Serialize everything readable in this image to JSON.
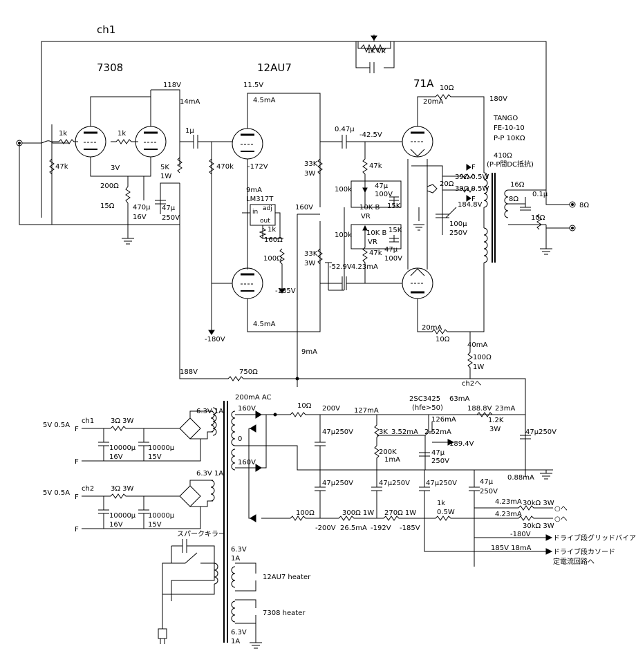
{
  "headings": {
    "ch1": "ch1",
    "tube_7308": "7308",
    "tube_12au7": "12AU7",
    "tube_71a": "71A"
  },
  "input_stage": {
    "b_plus": "118V",
    "current": "14mA",
    "grid_r_left": "1k",
    "grid_r_right": "1k",
    "grid_leak": "47k",
    "cathode_v": "3V",
    "cathode_r": "200Ω",
    "cathode_r2": "15Ω",
    "cathode_cap": "470μ",
    "cathode_cap_v": "16V",
    "plate_r": "5K",
    "plate_r_w": "1W",
    "decoup_cap": "47μ",
    "decoup_cap_v": "250V",
    "coupling_cap": "1μ"
  },
  "phase_splitter": {
    "plate_v": "11.5V",
    "current_top": "4.5mA",
    "cathode_v": "-172V",
    "grid_r": "470k",
    "regulator": "LM317T",
    "regulator_current": "9mA",
    "pin_in": "in",
    "pin_adj": "adj",
    "pin_out": "out",
    "reg_r1": "1k",
    "reg_r2": "160Ω",
    "reg_r3": "100Ω",
    "supply_160": "160V",
    "load_r_top": "33K",
    "load_r_top_w": "3W",
    "load_r_bot": "33K",
    "load_r_bot_w": "3W",
    "bottom_v": "-185V",
    "neg_supply": "-180V",
    "current_bottom": "4.5mA",
    "tail_current": "9mA"
  },
  "output_stage": {
    "coupling_cap": "0.47μ",
    "grid_v_top": "-42.5V",
    "grid_r_top": "47k",
    "grid_r_bot": "47k",
    "bias_r_top": "100k",
    "bias_r_bot": "100k",
    "bias_cap_top": "47μ",
    "bias_cap_top_v": "100V",
    "bias_cap_bot": "47μ",
    "bias_cap_bot_v": "100V",
    "pot_top": "10K B",
    "pot_top_vr": "VR",
    "pot_bot": "10K B",
    "pot_bot_vr": "VR",
    "r_15k_top": "15K",
    "r_15k_bot": "15K",
    "grid_v_bot": "-52.9V",
    "grid_i_bot": "4.23mA",
    "plate_r_top": "10Ω",
    "plate_r_bot": "10Ω",
    "plate_i_top": "20mA",
    "plate_i_bot": "20mA",
    "filament_pot": "20Ω",
    "fil_r1": "39Ω 0.5W",
    "fil_r2": "39Ω 0.5W",
    "fil_f1": "F",
    "fil_f2": "F",
    "cathode_v": "184.8V",
    "cathode_cap": "100μ",
    "cathode_cap_v": "250V"
  },
  "transformer": {
    "b_plus": "180V",
    "name": "TANGO",
    "model": "FE-10-10",
    "ratio": "P-P 10KΩ",
    "dcr": "410Ω",
    "dcr_note": "(P-P間DC抵抗)",
    "tap_16": "16Ω",
    "tap_8": "8Ω",
    "cap": "0.1μ",
    "fb_r": "10Ω",
    "out_label": "8Ω",
    "vr_label": "1K VR"
  },
  "power_supply": {
    "total_current": "40mA",
    "dropper_r": "100Ω",
    "dropper_w": "1W",
    "rail_188": "188V",
    "rail_r_750": "750Ω",
    "ch2_link": "ch2へ",
    "link_current": "63mA",
    "hv_winding": "200mA AC",
    "hv_top": "160V",
    "hv_zero": "0",
    "hv_bot": "160V",
    "r_10": "10Ω",
    "v_200": "200V",
    "i_127": "127mA",
    "transistor": "2SC3425",
    "transistor_hfe": "(hfe>50)",
    "i_126": "126mA",
    "v_1888": "188.8V",
    "i_23": "23mA",
    "r_12k": "1.2K",
    "r_12k_w": "3W",
    "cap_47_250": "47μ250V",
    "r_3k": "3K",
    "i_352": "3.52mA",
    "i_252": "2.52mA",
    "v_1894": "189.4V",
    "r_200k": "200K",
    "i_1ma": "1mA",
    "cap_q": "47μ",
    "cap_q_v": "250V",
    "cap_main": "47μ250V",
    "i_088": "0.88mA",
    "cap_neg_1": "47μ250V",
    "cap_neg_2": "47μ250V",
    "cap_neg_3": "47μ250V",
    "cap_neg_4": "47μ",
    "cap_neg_4_v": "250V",
    "r_neg_100": "100Ω",
    "r_neg_300": "300Ω 1W",
    "r_neg_270": "270Ω 1W",
    "r_neg_1k": "1k",
    "r_neg_1k_w": "0.5W",
    "v_neg_200": "-200V",
    "i_265": "26.5mA",
    "v_neg_192": "-192V",
    "v_neg_185": "-185V",
    "i_423a": "4.23mA",
    "i_423b": "4.23mA",
    "r_30k_a": "30kΩ 3W",
    "r_30k_b": "30kΩ 3W",
    "o_a": "○へ",
    "o_b": "○へ",
    "v_neg_180": "-180V",
    "to_bias": "ドライブ段グリッドバイアスへ",
    "v_185_18": "185V 18mA",
    "to_cathode": "ドライブ段カソード",
    "to_cathode_2": "定電流回路へ"
  },
  "heaters": {
    "ch1_label": "ch1",
    "ch1_spec": "5V 0.5A",
    "ch1_r": "3Ω 3W",
    "ch1_f1": "F",
    "ch1_f2": "F",
    "ch1_c1": "10000μ",
    "ch1_c1_v": "16V",
    "ch1_c2": "10000μ",
    "ch1_c2_v": "15V",
    "ch1_wind": "6.3V 1A",
    "ch2_label": "ch2",
    "ch2_spec": "5V 0.5A",
    "ch2_r": "3Ω 3W",
    "ch2_f1": "F",
    "ch2_f2": "F",
    "ch2_c1": "10000μ",
    "ch2_c1_v": "16V",
    "ch2_c2": "10000μ",
    "ch2_c2_v": "15V",
    "ch2_wind": "6.3V 1A",
    "spark": "スパークキラー",
    "h1_v": "6.3V",
    "h1_a": "1A",
    "h1_name": "12AU7 heater",
    "h2_name": "7308 heater",
    "h2_v": "6.3V",
    "h2_a": "1A"
  }
}
